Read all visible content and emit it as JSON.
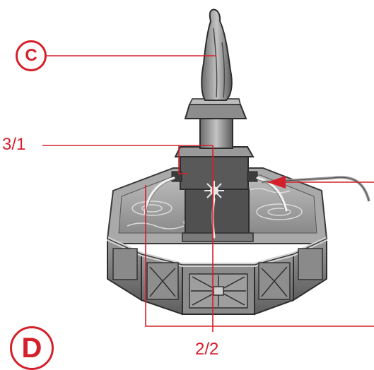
{
  "callouts": {
    "c_badge": "C",
    "top_left": "3/1",
    "bottom": "2/2",
    "step_badge": "D"
  },
  "colors": {
    "accent_red": "#d4202a",
    "stone_light": "#b8b8b8",
    "stone_mid": "#8e8e8e",
    "stone_dark": "#4a4a4a",
    "water": "#9c9c9c"
  },
  "icons": {
    "step_badge": "step-letter-circle",
    "fountain": "fountain-illustration",
    "arrow": "red-arrow-head"
  }
}
